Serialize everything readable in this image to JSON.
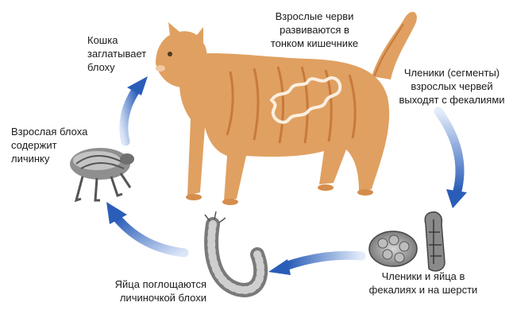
{
  "labels": {
    "cat_swallows": "Кошка\nзаглатывает\nблоху",
    "adult_worms": "Взрослые черви\nразвиваются в\nтонком кишечнике",
    "segments_exit": "Членики (сегменты)\nвзрослых червей\nвыходят с фекалиями",
    "adult_flea": "Взрослая блоха\nсодержит\nличинку",
    "segments_eggs": "Членики и яйца в\nфекалиях и на шерсти",
    "eggs_eaten": "Яйца поглощаются\nличиночкой блохи"
  },
  "colors": {
    "arrow_dark": "#2a5db8",
    "arrow_light": "#c9d8f3",
    "cat_fur": "#e0a061",
    "cat_stripe": "#c77a3c",
    "text": "#1a1a1a"
  },
  "icons": [
    "cat-illustration",
    "tapeworm-icon",
    "flea-icon",
    "flea-larva-icon",
    "egg-capsule-icon",
    "proglottid-icon"
  ]
}
